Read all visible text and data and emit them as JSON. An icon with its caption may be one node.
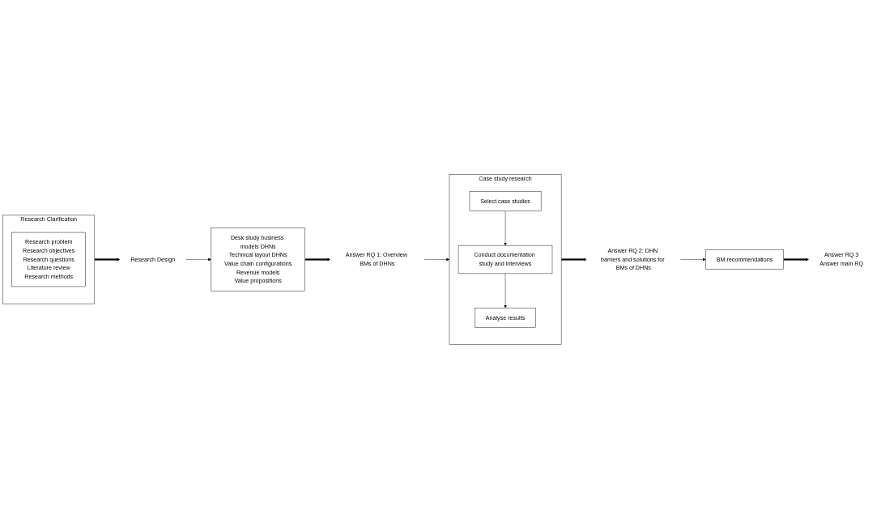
{
  "diagram": {
    "nodes": [
      {
        "text": [
          "Research Clarification"
        ]
      },
      {
        "text": [
          "Research problem",
          "Research objectives",
          "Research questions",
          "Literature review",
          "Research methods"
        ],
        "in": 0
      },
      {
        "text": [
          "Research Design"
        ]
      },
      {
        "text": [
          "Desk study business models DHNs",
          "Technical layout DHNs",
          "Value chain configurations",
          "Revenue models",
          "Value propositions"
        ]
      },
      {
        "text": [
          "Answer RQ 1: Overview BMs of DHNs"
        ]
      },
      {
        "text": [
          "Case study research"
        ]
      },
      {
        "text": [
          "Select case studies"
        ],
        "in": 5
      },
      {
        "text": [
          "Conduct documentation study and interviews"
        ],
        "in": 5
      },
      {
        "text": [
          "Analyse results"
        ],
        "in": 5
      },
      {
        "text": [
          "Answer RQ 2: DHN barriers and solutions for BMs of DHNs"
        ]
      },
      {
        "text": [
          "BM recommendations"
        ]
      },
      {
        "text": [
          "Answer RQ 3",
          "Answer main RQ"
        ]
      }
    ],
    "edges": [
      {
        "from": 0,
        "to": 2,
        "arrow": "to",
        "style": "thick"
      },
      {
        "from": 2,
        "to": 3,
        "arrow": "to"
      },
      {
        "from": 3,
        "to": 4,
        "arrow": "to",
        "style": "thick"
      },
      {
        "from": 4,
        "to": 5,
        "arrow": "to"
      },
      {
        "from": 6,
        "to": 7,
        "arrow": "to"
      },
      {
        "from": 7,
        "to": 8,
        "arrow": "to"
      },
      {
        "from": 5,
        "to": 9,
        "arrow": "to",
        "style": "thick"
      },
      {
        "from": 9,
        "to": 10,
        "arrow": "to"
      },
      {
        "from": 10,
        "to": 11,
        "arrow": "to",
        "style": "thick"
      }
    ]
  }
}
